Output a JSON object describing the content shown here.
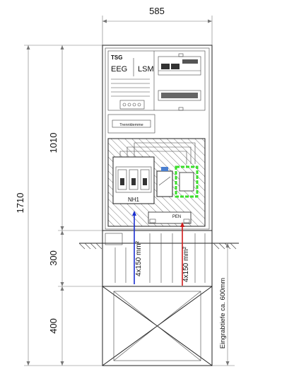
{
  "dimensions": {
    "top_width": "585",
    "total_height": "1710",
    "upper_height": "1010",
    "middle_height": "300",
    "lower_height": "400",
    "depth_note": "Eingrabtiefe ca. 600mm"
  },
  "meter_panel": {
    "brand": "TSG",
    "label_left": "EEG",
    "label_right": "LSM",
    "separator_label": "Trennklemme"
  },
  "fuse": {
    "label": "NH1"
  },
  "terminals": {
    "label": "PEN"
  },
  "cables": {
    "left": "4x150 mm²",
    "right": "4x150 mm²"
  },
  "colors": {
    "frame": "#222222",
    "hatch": "#555555",
    "cable_left": "#1a2fd0",
    "cable_right": "#d01a1a",
    "highlight": "#3adf2a",
    "dimension": "#777777"
  }
}
